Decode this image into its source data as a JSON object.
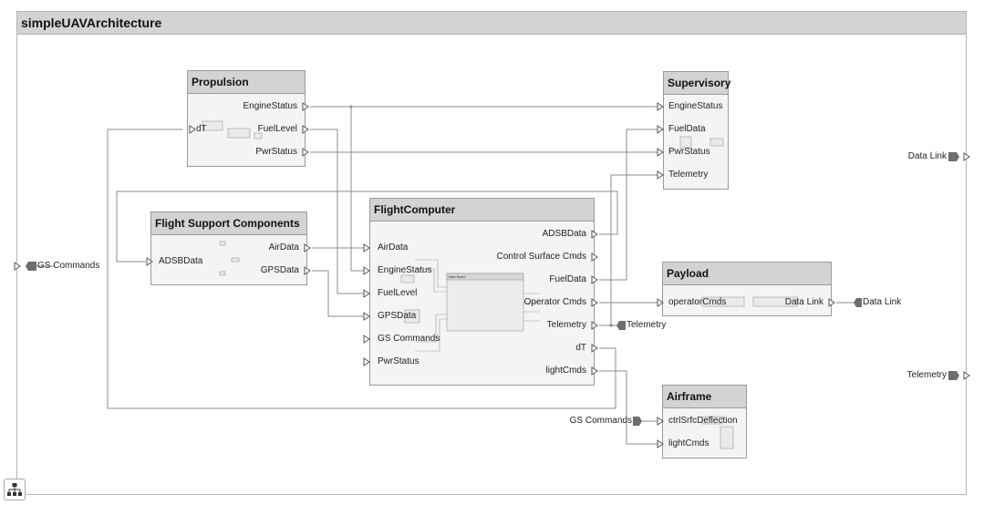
{
  "model": {
    "title": "simpleUAVArchitecture"
  },
  "components": {
    "propulsion": {
      "title": "Propulsion",
      "ports": {
        "engine_status": "EngineStatus",
        "fuel_level": "FuelLevel",
        "pwr_status": "PwrStatus",
        "dt": "dT"
      }
    },
    "supervisory": {
      "title": "Supervisory",
      "ports": {
        "engine_status": "EngineStatus",
        "fuel_data": "FuelData",
        "pwr_status": "PwrStatus",
        "telemetry": "Telemetry"
      }
    },
    "flight_support": {
      "title": "Flight Support Components",
      "ports": {
        "adsb_data": "ADSBData",
        "air_data": "AirData",
        "gps_data": "GPSData"
      }
    },
    "flight_computer": {
      "title": "FlightComputer",
      "inner_label": "Main Board",
      "in_ports": {
        "air_data": "AirData",
        "engine_status": "EngineStatus",
        "fuel_level": "FuelLevel",
        "gps_data": "GPSData",
        "gs_commands": "GS Commands",
        "pwr_status": "PwrStatus"
      },
      "out_ports": {
        "adsb_data": "ADSBData",
        "control_surface_cmds": "Control Surface Cmds",
        "fuel_data": "FuelData",
        "operator_cmds": "Operator Cmds",
        "telemetry": "Telemetry",
        "dt": "dT",
        "light_cmds": "lightCmds"
      }
    },
    "payload": {
      "title": "Payload",
      "ports": {
        "operator_cmds": "operatorCmds",
        "data_link": "Data Link"
      }
    },
    "airframe": {
      "title": "Airframe",
      "ports": {
        "ctrl_srfc_deflection": "ctrlSrfcDeflection",
        "light_cmds": "lightCmds"
      }
    }
  },
  "root_ports": {
    "gs_commands_in": "GS Commands",
    "data_link_out": "Data Link",
    "telemetry_out": "Telemetry",
    "payload_data_link": "Data Link",
    "fc_telemetry": "Telemetry",
    "airframe_gs_commands": "GS Commands"
  },
  "colors": {
    "header": "#d3d3d3",
    "block": "#f4f4f4",
    "wire": "#8c8c8c",
    "port_fill": "#6e6e6e"
  }
}
